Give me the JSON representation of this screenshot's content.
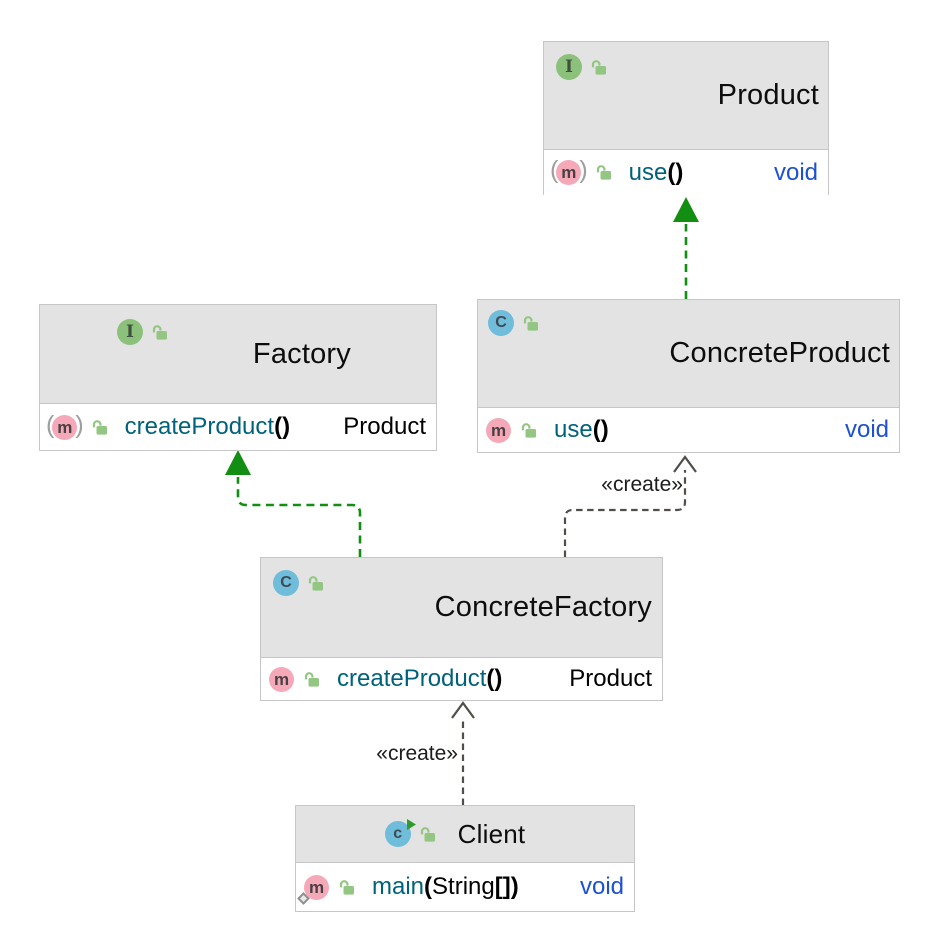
{
  "diagram": {
    "colors": {
      "canvas": "#ffffff",
      "node_header_bg": "#e3e3e3",
      "node_body_bg": "#ffffff",
      "node_border": "#c6c6c6",
      "realization_edge_green": "#128f12",
      "create_edge_gray": "#514d49",
      "interface_icon_green": "#8cc17c",
      "class_icon_blue": "#6fbcdb",
      "method_icon_pink": "#f5a8b8",
      "lock_icon_green": "#93c682",
      "method_name_teal": "#00627a",
      "keyword_blue": "#1d50d2"
    },
    "icons": {
      "interface_letter": "I",
      "class_letter": "C",
      "client_class_letter": "c",
      "method_letter": "m",
      "abstract_open": "(",
      "abstract_close": ")"
    },
    "nodes": [
      {
        "id": "Product",
        "kind": "interface",
        "title": "Product",
        "members": [
          {
            "name": "use",
            "parens": "()",
            "returns": "void",
            "returns_kind": "keyword",
            "abstract": true,
            "visibility": "public"
          }
        ]
      },
      {
        "id": "Factory",
        "kind": "interface",
        "title": "Factory",
        "members": [
          {
            "name": "createProduct",
            "parens": "()",
            "returns": "Product",
            "returns_kind": "class",
            "abstract": true,
            "visibility": "public"
          }
        ]
      },
      {
        "id": "ConcreteProduct",
        "kind": "class",
        "title": "ConcreteProduct",
        "members": [
          {
            "name": "use",
            "parens": "()",
            "returns": "void",
            "returns_kind": "keyword",
            "abstract": false,
            "visibility": "public"
          }
        ]
      },
      {
        "id": "ConcreteFactory",
        "kind": "class",
        "title": "ConcreteFactory",
        "members": [
          {
            "name": "createProduct",
            "parens": "()",
            "returns": "Product",
            "returns_kind": "class",
            "abstract": false,
            "visibility": "public"
          }
        ]
      },
      {
        "id": "Client",
        "kind": "class",
        "runnable": true,
        "title": "Client",
        "members": [
          {
            "name": "main",
            "param_open": "(",
            "param_type": "String",
            "param_close": "[])",
            "returns": "void",
            "returns_kind": "keyword",
            "static": true,
            "visibility": "public"
          }
        ]
      }
    ],
    "edges": [
      {
        "from": "ConcreteProduct",
        "to": "Product",
        "type": "realization",
        "label": ""
      },
      {
        "from": "ConcreteFactory",
        "to": "Factory",
        "type": "realization",
        "label": ""
      },
      {
        "from": "ConcreteFactory",
        "to": "ConcreteProduct",
        "type": "create",
        "label": "«create»"
      },
      {
        "from": "Client",
        "to": "ConcreteFactory",
        "type": "create",
        "label": "«create»"
      }
    ]
  }
}
